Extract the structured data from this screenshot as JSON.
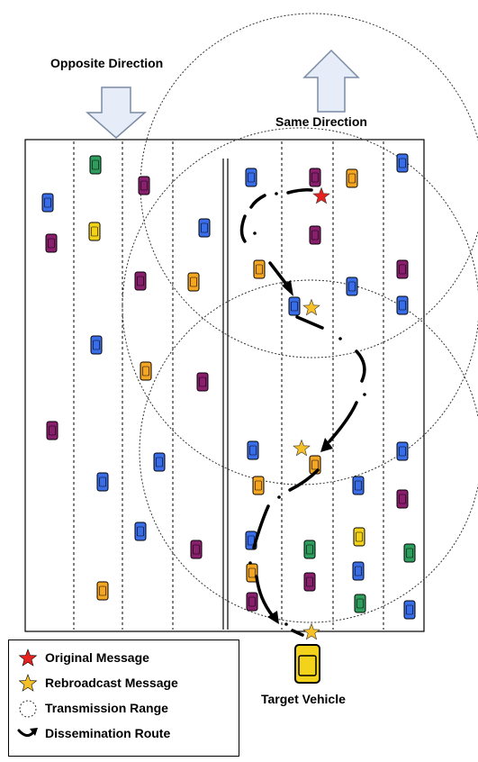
{
  "labels": {
    "opposite_direction": "Opposite Direction",
    "same_direction": "Same Direction",
    "target_vehicle": "Target Vehicle"
  },
  "legend": {
    "original": "Original Message",
    "rebroadcast": "Rebroadcast Message",
    "range": "Transmission Range",
    "route": "Dissemination Route"
  },
  "colors": {
    "blue": "#3a6ee8",
    "purple": "#8a1f6e",
    "orange": "#f5a623",
    "yellow": "#f2d21b",
    "green": "#2e9e5e",
    "star_red": "#e8201e",
    "star_gold": "#f6c027",
    "arrow_fill": "#e6edf8",
    "arrow_stroke": "#7b8aa3"
  }
}
